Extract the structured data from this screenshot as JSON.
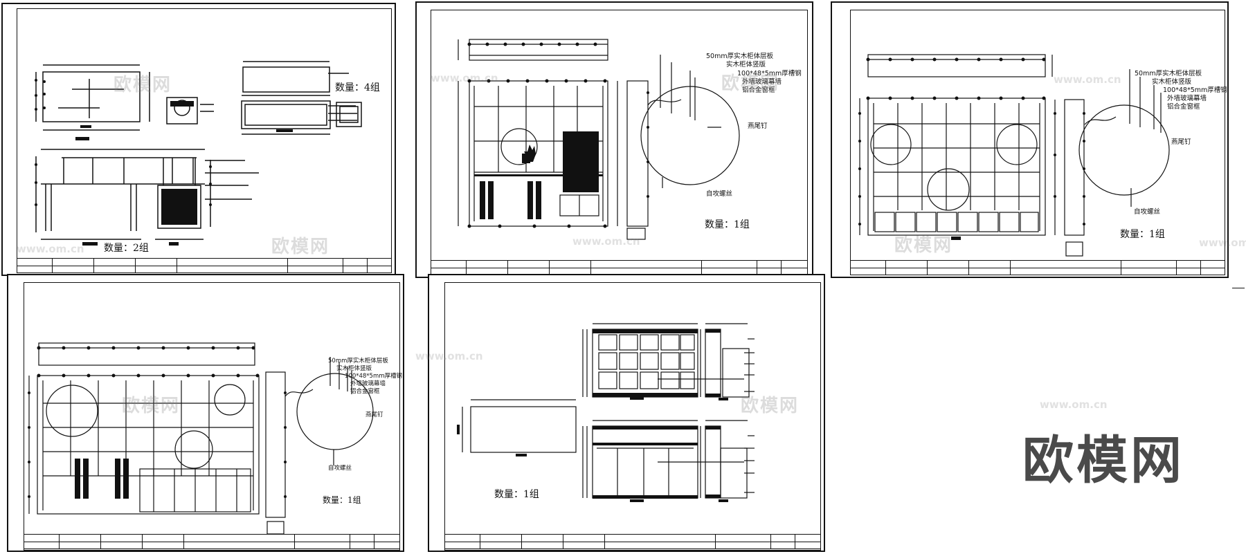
{
  "sheets": [
    {
      "id": "s1",
      "quantity": "数量：4组",
      "quantity2": "数量：2组"
    },
    {
      "id": "s2",
      "quantity": "数量：1组",
      "notes": [
        "50mm厚实木柜体层板",
        "实木柜体竖版",
        "100*48*5mm厚槽钢",
        "外墙玻璃幕墙",
        "铝合金窗框",
        "燕尾钉",
        "自攻螺丝"
      ]
    },
    {
      "id": "s3",
      "quantity": "数量：1组",
      "notes": [
        "50mm厚实木柜体层板",
        "实木柜体竖版",
        "100*48*5mm厚槽钢",
        "外墙玻璃幕墙",
        "铝合金窗框",
        "燕尾钉",
        "自攻螺丝"
      ]
    },
    {
      "id": "s4",
      "quantity": "数量：1组",
      "notes": [
        "50mm厚实木柜体层板",
        "实木柜体竖版",
        "100*48*5mm厚槽钢",
        "外墙玻璃幕墙",
        "铝合金窗框",
        "燕尾钉",
        "自攻螺丝"
      ]
    },
    {
      "id": "s5",
      "quantity": "数量：1组"
    }
  ],
  "watermarks": {
    "site": "www.om.cn",
    "name": "欧模网"
  },
  "brand": "欧模网"
}
